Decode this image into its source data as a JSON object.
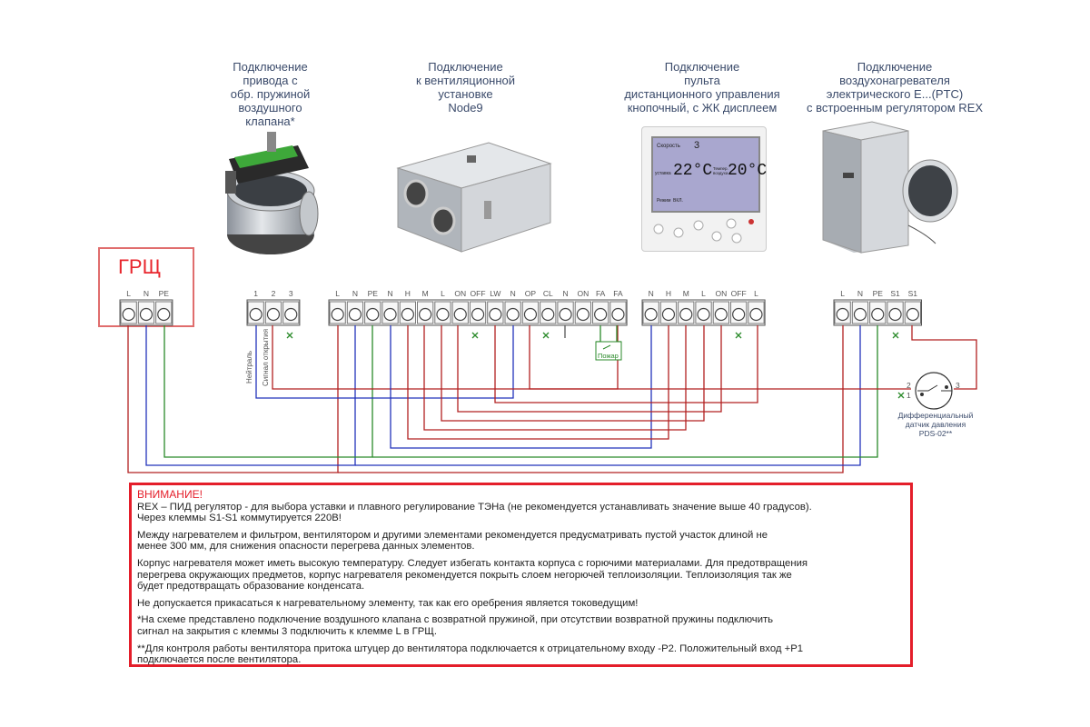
{
  "titles": {
    "damper": "Подключение\nпривода с\nобр. пружиной\nвоздушного\nклапана*",
    "unit": "Подключение\nк вентиляционной\nустановке\nNode9",
    "remote": "Подключение\nпульта\nдистанционного управления\nкнопочный, с ЖК дисплеем",
    "heater": "Подключение\nвоздухонагревателя\nэлектрического E...(PTC)\nс встроенным регулятором REX"
  },
  "grsh": {
    "label": "ГРЩ",
    "terminals": [
      "L",
      "N",
      "PE"
    ]
  },
  "damper_terminals": [
    "1",
    "2",
    "3"
  ],
  "unit_terminals": [
    "L",
    "N",
    "PE",
    "N",
    "H",
    "M",
    "L",
    "ON",
    "OFF",
    "LW",
    "N",
    "OP",
    "CL",
    "N",
    "ON",
    "FA",
    "FA"
  ],
  "remote_terminals": [
    "N",
    "H",
    "M",
    "L",
    "ON",
    "OFF",
    "L"
  ],
  "heater_terminals": [
    "L",
    "N",
    "PE",
    "S1",
    "S1"
  ],
  "lcd": {
    "speed_label": "Скорость",
    "speed_value": "3",
    "set_label": "уставка",
    "set_value": "22°C",
    "actual_label": "Темпер.\nвоздуха",
    "actual_value": "20°C",
    "mode_label": "Режим",
    "mode_value": "ВКЛ."
  },
  "labels": {
    "fire": "Пожар",
    "neutral": "Нейтраль",
    "open_signal": "Сигнал открытия",
    "sensor": "Дифференциальный\nдатчик давления\nPDS-02**",
    "sensor_pin2": "2",
    "sensor_pin1": "1",
    "sensor_pin3": "3"
  },
  "notice": {
    "title": "ВНИМАНИЕ!",
    "paragraphs": [
      "REX – ПИД регулятор - для выбора уставки и плавного регулирование ТЭНа (не рекомендуется устанавливать значение выше 40 градусов).\nЧерез клеммы S1-S1 коммутируется 220В!",
      "Между нагревателем и фильтром, вентилятором и другими элементами рекомендуется предусматривать пустой участок длиной не\nменее 300 мм, для снижения опасности перегрева данных элементов.",
      "Корпус нагревателя может иметь высокую температуру. Следует избегать контакта корпуса с горючими материалами. Для предотвращения\nперегрева окружающих предметов, корпус нагревателя рекомендуется покрыть слоем негорючей теплоизоляции. Теплоизоляция так же\nбудет предотвращать образование конденсата.",
      "Не допускается прикасаться к нагревательному элементу, так как его оребрения является токоведущим!",
      "*На схеме представлено подключение воздушного клапана с возвратной пружиной, при отсутствии возвратной пружины подключить\nсигнал на закрытия с клеммы 3 подключить к клемме L в ГРЩ.",
      "**Для контроля работы вентилятора притока штуцер до вентилятора подключается к отрицательному входу -P2. Положительный вход +P1\nподключается после вентилятора."
    ]
  },
  "colors": {
    "phase": "#b22020",
    "neutral": "#2233bb",
    "earth": "#2a8a2a",
    "alert": "#e41e2a"
  }
}
